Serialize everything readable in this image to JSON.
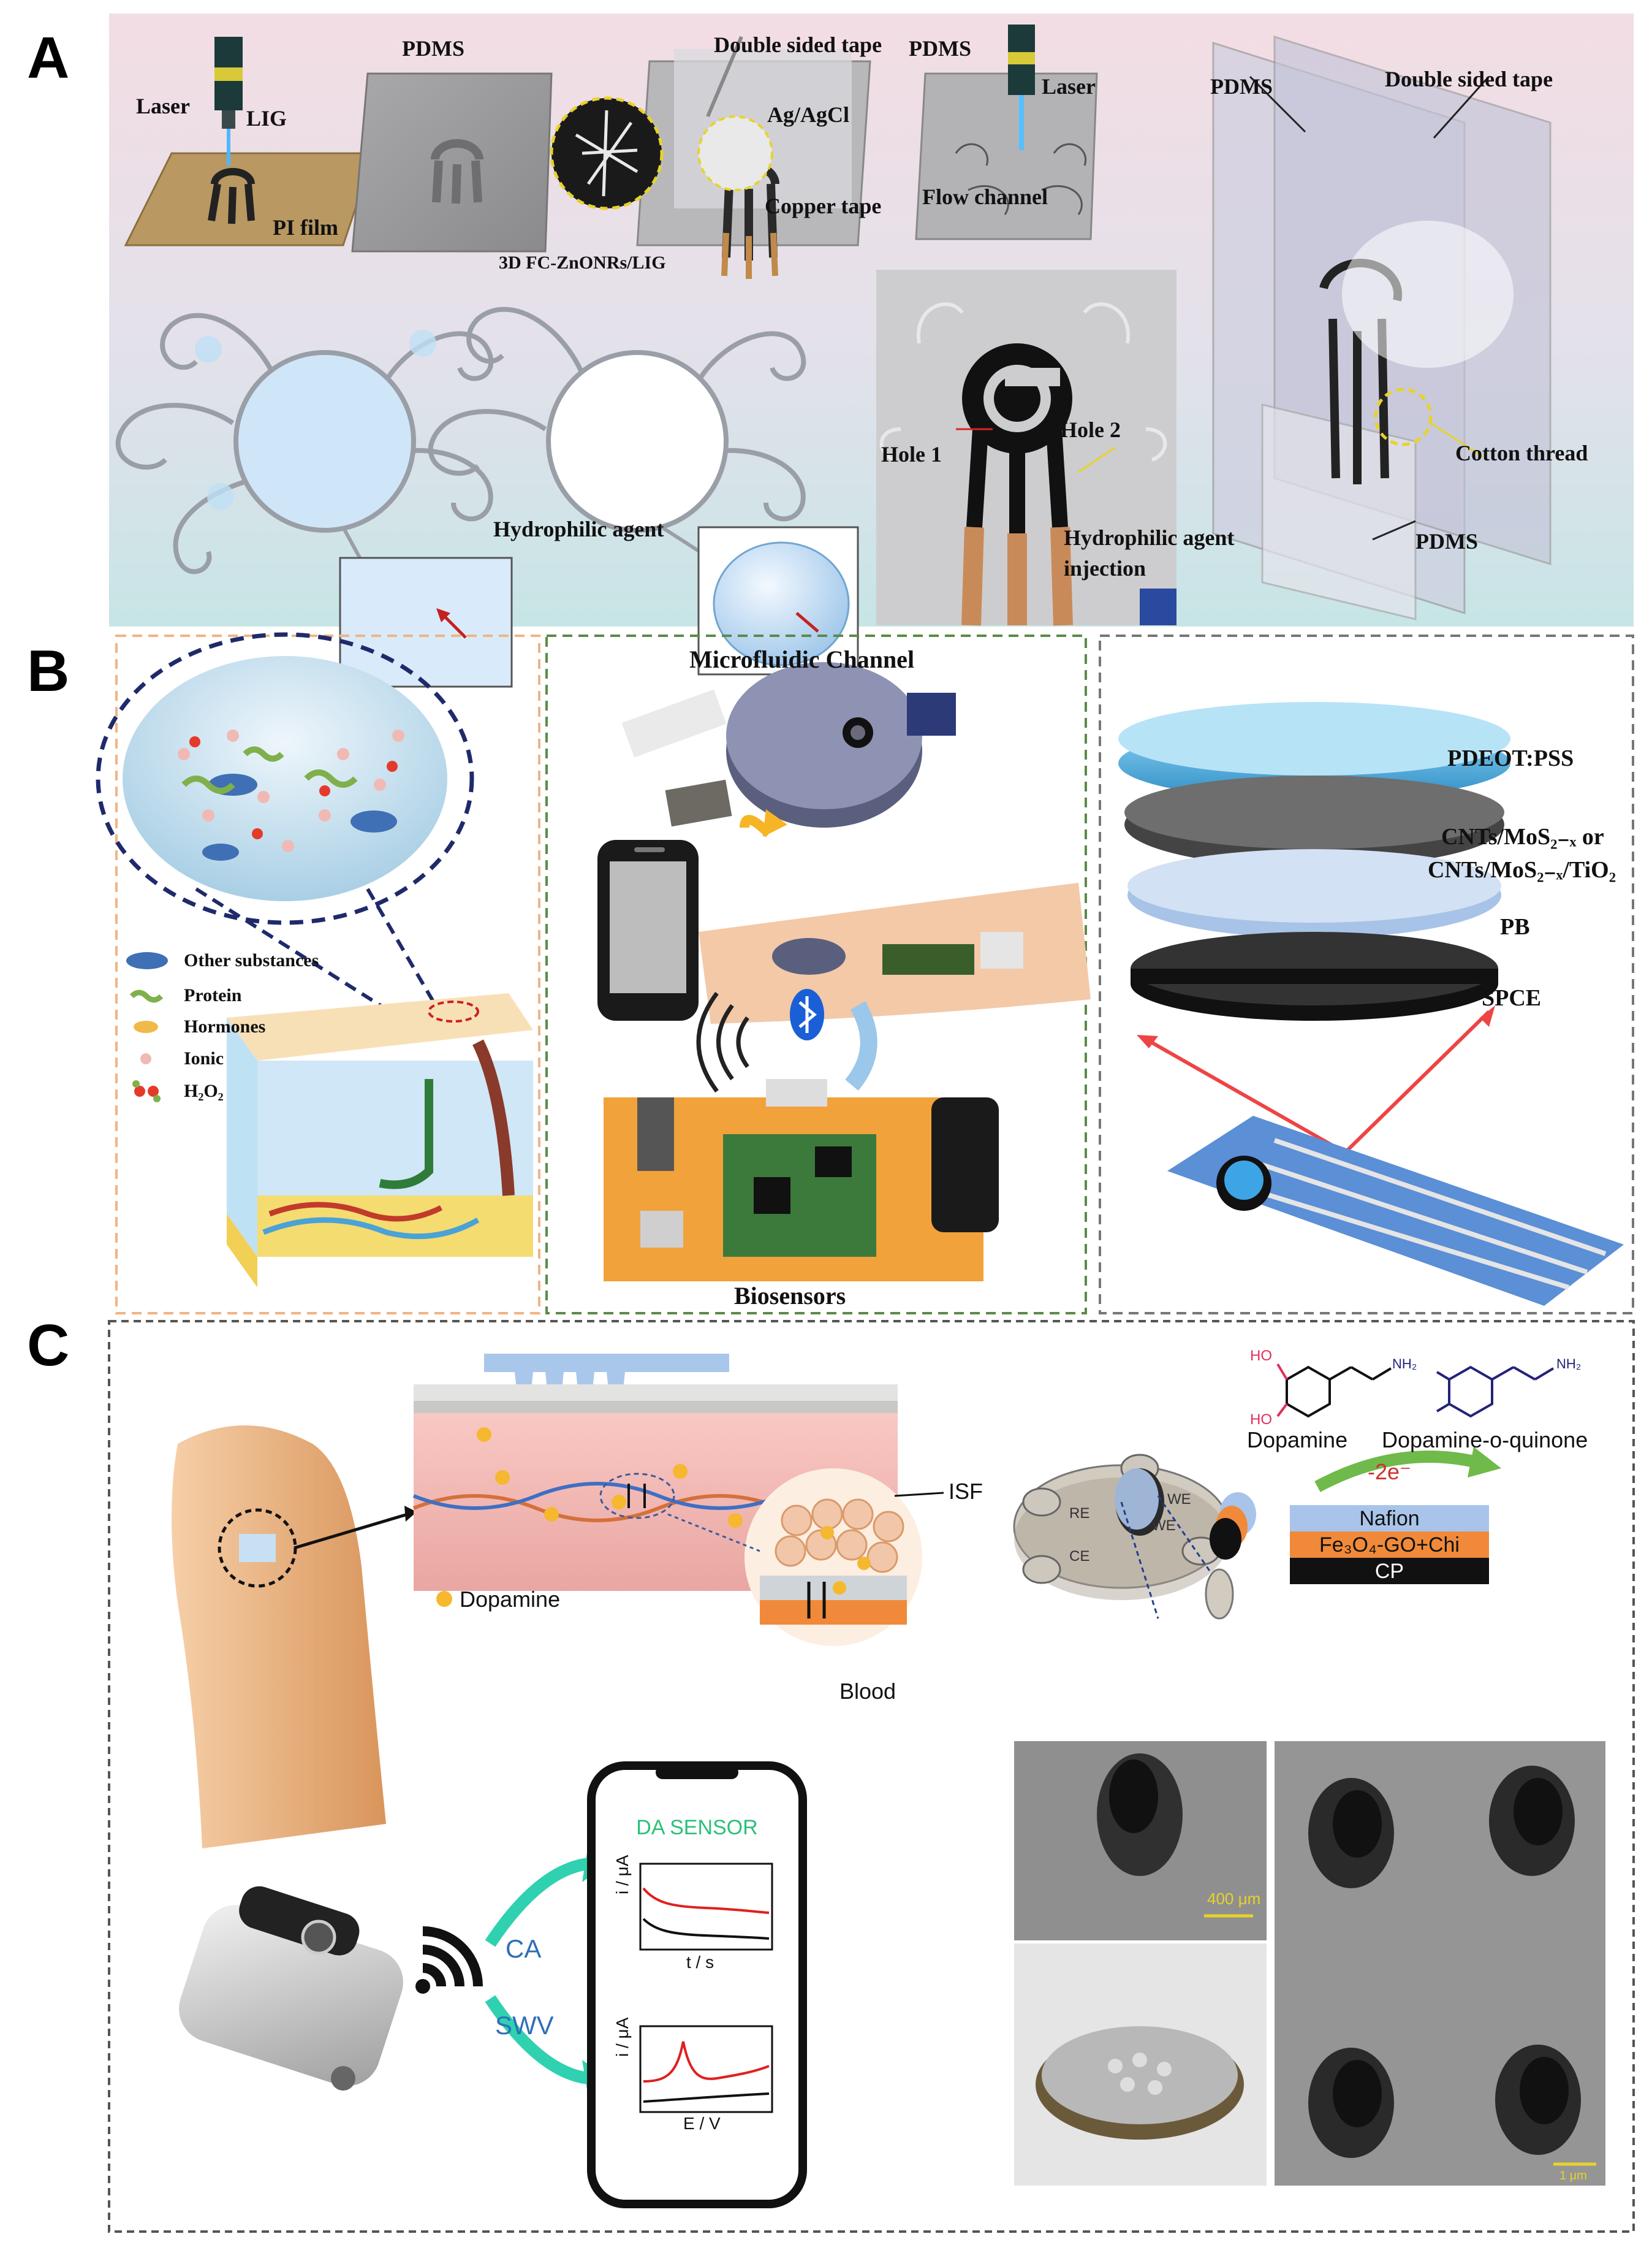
{
  "panels": {
    "a": {
      "label": "A",
      "texts": {
        "laser1": "Laser",
        "lig": "LIG",
        "pi_film": "PI film",
        "pdms1": "PDMS",
        "double_tape1": "Double sided tape",
        "pdms2": "PDMS",
        "ag_agcl": "Ag/AgCl",
        "copper_tape": "Copper tape",
        "fc_zno": "3D FC-ZnONRs/LIG",
        "laser2": "Laser",
        "flow_channel": "Flow channel",
        "pdms3": "PDMS",
        "double_tape2": "Double sided tape",
        "hydrophilic_agent": "Hydrophilic agent",
        "hole1": "Hole 1",
        "hole2": "Hole 2",
        "hydrophilic_injection_1": "Hydrophilic agent",
        "hydrophilic_injection_2": "injection",
        "cotton_thread": "Cotton thread",
        "pdms4": "PDMS"
      }
    },
    "b": {
      "label": "B",
      "texts": {
        "legend_other": "Other substances",
        "legend_protein": "Protein",
        "legend_hormones": "Hormones",
        "legend_ionic": "Ionic",
        "legend_h2o2": "H₂O₂",
        "microfluidic": "Microfluidic Channel",
        "biosensors": "Biosensors",
        "pedot": "PDEOT:PSS",
        "cnts_1": "CNTs/MoS₂₋ₓ or",
        "cnts_2": "CNTs/MoS₂₋ₓ/TiO₂",
        "pb": "PB",
        "spce": "SPCE"
      }
    },
    "c": {
      "label": "C",
      "texts": {
        "dopamine_legend": "Dopamine",
        "isf": "ISF",
        "blood": "Blood",
        "re": "RE",
        "we1": "WE",
        "we2": "WE",
        "ce": "CE",
        "ho1": "HO",
        "ho2": "HO",
        "nh2_1": "NH₂",
        "nh2_2": "NH₂",
        "dopamine": "Dopamine",
        "dopamine_quinone": "Dopamine-o-quinone",
        "minus_2e": "-2e⁻",
        "nafion": "Nafion",
        "fe3o4": "Fe₃O₄-GO+Chi",
        "cp": "CP",
        "da_sensor": "DA SENSOR",
        "ca": "CA",
        "swv": "SWV",
        "chart1_ylabel": "i / μA",
        "chart1_xlabel": "t / s",
        "chart2_ylabel": "i / μA",
        "chart2_xlabel": "E / V",
        "scale_400": "400 μm",
        "scale_1": "1 μm"
      }
    }
  },
  "colors": {
    "pink_bg": "#f2dde3",
    "teal_bg": "#c9e4e6",
    "orange_dash": "#f0b486",
    "green_dash": "#5d8a4a",
    "gray_dash": "#777777",
    "dopamine_yellow": "#f5b82e",
    "nafion": "#a9c4ea",
    "fe3o4": "#f08a3a",
    "cp": "#111111",
    "da_green": "#2bc07a",
    "arrow_teal": "#2fd1b0",
    "curve_red": "#e02020"
  }
}
